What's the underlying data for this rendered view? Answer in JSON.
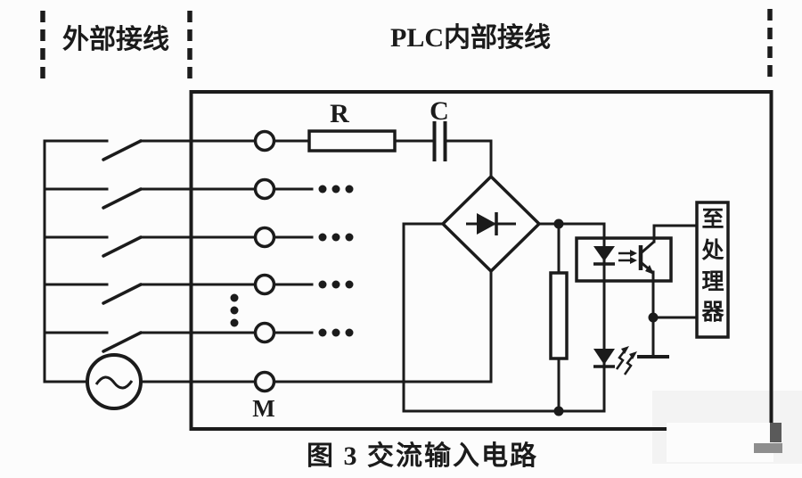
{
  "diagram": {
    "regions": {
      "external_label": "外部接线",
      "internal_label": "PLC内部接线"
    },
    "labels": {
      "resistor": "R",
      "capacitor": "C",
      "common_terminal": "M"
    },
    "processor_box": {
      "full": "至处理器",
      "chars": [
        "至",
        "处",
        "理",
        "器"
      ]
    },
    "caption": "图 3 交流输入电路",
    "colors": {
      "ink": "#1b1b1b",
      "background": "#fcfcfc",
      "artifact_dark_gray": "#5a5a5a",
      "artifact_mid_gray": "#8e8e8e",
      "artifact_light_gray": "#f3f3f3"
    }
  }
}
